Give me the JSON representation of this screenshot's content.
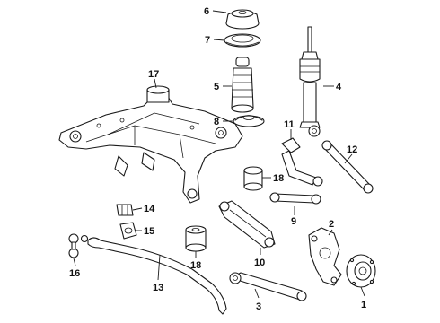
{
  "callouts": [
    {
      "id": "c1",
      "number": "1",
      "part": "rear-wheel-hub"
    },
    {
      "id": "c2",
      "number": "2",
      "part": "rear-knuckle"
    },
    {
      "id": "c3",
      "number": "3",
      "part": "lower-control-arm"
    },
    {
      "id": "c4",
      "number": "4",
      "part": "shock-absorber"
    },
    {
      "id": "c5",
      "number": "5",
      "part": "dust-boot-bump-stop"
    },
    {
      "id": "c6",
      "number": "6",
      "part": "upper-mount"
    },
    {
      "id": "c7",
      "number": "7",
      "part": "spring-seat"
    },
    {
      "id": "c8",
      "number": "8",
      "part": "lower-spring-seat"
    },
    {
      "id": "c9",
      "number": "9",
      "part": "lateral-link"
    },
    {
      "id": "c10",
      "number": "10",
      "part": "trailing-arm"
    },
    {
      "id": "c11",
      "number": "11",
      "part": "upper-control-arm"
    },
    {
      "id": "c12",
      "number": "12",
      "part": "toe-link"
    },
    {
      "id": "c13",
      "number": "13",
      "part": "stabilizer-bar"
    },
    {
      "id": "c14",
      "number": "14",
      "part": "stabilizer-bushing"
    },
    {
      "id": "c15",
      "number": "15",
      "part": "stabilizer-bracket"
    },
    {
      "id": "c16",
      "number": "16",
      "part": "stabilizer-link"
    },
    {
      "id": "c17",
      "number": "17",
      "part": "rear-subframe"
    },
    {
      "id": "c18a",
      "number": "18",
      "part": "subframe-bushing-upper"
    },
    {
      "id": "c18b",
      "number": "18",
      "part": "subframe-bushing-lower"
    }
  ]
}
